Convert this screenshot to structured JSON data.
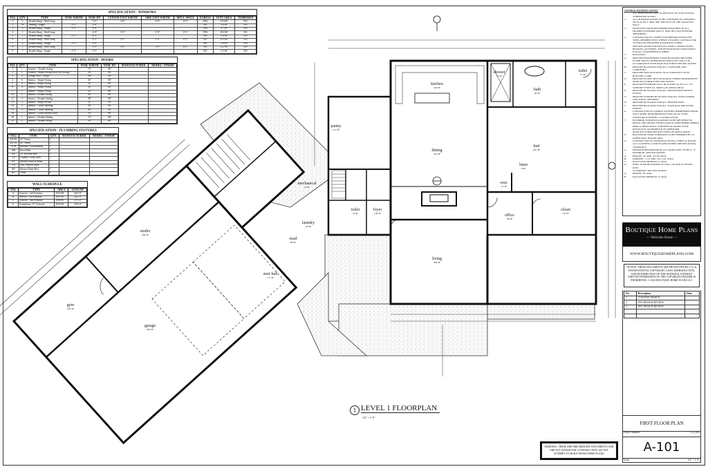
{
  "windows": {
    "title": "SPECIFICATION - WINDOWS",
    "headers": [
      "TAG",
      "QTY.",
      "TYPE",
      "NOM. WIDTH",
      "NOM. HT.",
      "CENTER UNIT WIDTH",
      "SIDE UNIT WIDTH",
      "MULL SPACE",
      "EGRESS",
      "VENT AREA",
      "TEMPERED"
    ],
    "rows": [
      [
        "1",
        "1",
        "Double Hung - Mull Gang",
        "",
        "5'-5\"",
        "3'-0\"",
        "3'-0\"",
        "0'-2\"",
        "YES",
        "23.9 SF",
        "NO"
      ],
      [
        "2",
        "18",
        "Awning - Single",
        "2'-5\"",
        "2'-0\"",
        "",
        "",
        "",
        "NO",
        "3.8 SF",
        "NO"
      ],
      [
        "3",
        "9",
        "Double Hung - Single",
        "2'-5\"",
        "4'-9\"",
        "",
        "",
        "",
        "YES",
        "4.7 SF",
        "NO"
      ],
      [
        "4",
        "1",
        "Double Hung - Mull Gang",
        "",
        "4'-5\"",
        "3'-0\"",
        "3'-0\"",
        "0'-2\"",
        "YES",
        "20.8 SF",
        "NO"
      ],
      [
        "5",
        "1",
        "Double Hung - Single",
        "2'-5\"",
        "4'-5\"",
        "",
        "",
        "",
        "NO",
        "3.6 SF",
        "NO"
      ],
      [
        "6",
        "1",
        "Double Hung - Mull Gang",
        "",
        "4'-5\"",
        "3'-0\"",
        "3'-0\"",
        "0'-2\"",
        "NO",
        "33.8 SF",
        "NO"
      ],
      [
        "7",
        "4",
        "Double Hung - Single",
        "2'-5\"",
        "4'-5\"",
        "",
        "",
        "",
        "NO",
        "3.6 SF",
        "NO"
      ],
      [
        "8",
        "1",
        "Double Hung - Mull Gang",
        "",
        "5'-5\"",
        "3'-0\"",
        "3'-0\"",
        "0'-2\"",
        "NO",
        "12.2 SF",
        "NO"
      ],
      [
        "9",
        "7",
        "Double Hung - Single",
        "2'-5\"",
        "5'-5\"",
        "",
        "",
        "",
        "NO",
        "3.5 SF",
        "NO"
      ]
    ]
  },
  "doors": {
    "title": "SPECIFICATION - DOORS",
    "headers": [
      "TAG",
      "QTY.",
      "TYPE",
      "NOM. WIDTH",
      "NOM. HT.",
      "MANUFACTURER",
      "MODEL / FINISH"
    ],
    "rows": [
      [
        "1",
        "1",
        "Exterior - Double Swing",
        "72\"",
        "80\"",
        "",
        ""
      ],
      [
        "2",
        "1",
        "Exterior - Single Swing Door (No Swing)",
        "36\"",
        "96\"",
        "",
        ""
      ],
      [
        "3",
        "2",
        "Garage Door - Single",
        "108\"",
        "96\"",
        "",
        ""
      ],
      [
        "4",
        "6",
        "Interior - Single Swing",
        "36\"",
        "80\"",
        "",
        ""
      ],
      [
        "5",
        "8",
        "Interior - Single Swing",
        "32\"",
        "80\"",
        "",
        ""
      ],
      [
        "6",
        "4",
        "Interior - Single Swing",
        "30\"",
        "80\"",
        "",
        ""
      ],
      [
        "7",
        "1",
        "Interior - Single Swing",
        "24\"",
        "80\"",
        "",
        ""
      ],
      [
        "10",
        "2",
        "Interior - Double Swing",
        "60\"",
        "80\"",
        "",
        ""
      ],
      [
        "11",
        "4",
        "Interior - Double Sliding",
        "48\"",
        "80\"",
        "",
        ""
      ],
      [
        "12",
        "2",
        "Interior - Single Pocket",
        "32\"",
        "80\"",
        "",
        ""
      ],
      [
        "14",
        "2",
        "Interior - Cased Opening",
        "36\"",
        "80\"",
        "",
        ""
      ],
      [
        "15",
        "3",
        "Interior - Cased Opening",
        "60\"",
        "80\"",
        "",
        ""
      ],
      [
        "16",
        "1",
        "Interior - Cased Shower Door",
        "30\"",
        "80\"",
        "",
        ""
      ],
      [
        "20",
        "1",
        "Interior - Double Sliding",
        "72\"",
        "80\"",
        "",
        ""
      ],
      [
        "21",
        "2",
        "Interior - Double Swing",
        "24\"",
        "80\"",
        "",
        ""
      ]
    ]
  },
  "plumbing": {
    "title": "SPECIFICATION - PLUMBING FIXTURES",
    "headers": [
      "TAG:",
      "TYPE:",
      "QTY:",
      "MANUFACTURER",
      "MODEL / FINISH"
    ],
    "rows": [
      [
        "24LAV",
        "24\" Vanity",
        "1",
        "",
        ""
      ],
      [
        "42LAV",
        "42\" Vanity",
        "2",
        "",
        ""
      ],
      [
        "TUB",
        "Bathtub - Freestanding",
        "1",
        "",
        ""
      ],
      [
        "HB",
        "Hose Bibb",
        "2",
        "",
        ""
      ],
      [
        "KS",
        "24\" Kitchen Sink",
        "1",
        "",
        ""
      ],
      [
        "LS",
        "Laundry Utility Sink",
        "1",
        "",
        ""
      ],
      [
        "SV",
        "Shower Valve & Head",
        "1",
        "",
        ""
      ],
      [
        "T/S",
        "Tub / Shower Base",
        "1",
        "",
        ""
      ],
      [
        "SD",
        "Shower Drain Box",
        "1",
        "",
        ""
      ],
      [
        "WC",
        "Toilet",
        "4",
        "",
        ""
      ]
    ]
  },
  "walls": {
    "title": "WALL SCHEDULE",
    "headers": [
      "TAG",
      "TYPE",
      "AREA",
      "LENGTH"
    ],
    "rows": [
      [
        "A",
        "Exterior - 2x6 Partition",
        "3522 SF",
        "442 LF"
      ],
      [
        "B",
        "Interior - 2x4 Partition",
        "2003 SF",
        "222 LF"
      ],
      [
        "C",
        "Exterior - 2x6 Partition",
        "5066 SF",
        "473 LF"
      ],
      [
        "F",
        "Foundation - 8\" Concrete",
        "4555 SF",
        "433 LF"
      ]
    ]
  },
  "rooms": {
    "shower": {
      "name": "shower",
      "area": "31 SF"
    },
    "toilet_master": {
      "name": "toilet",
      "area": "31 SF"
    },
    "kitchen": {
      "name": "kitchen",
      "area": "146 SF"
    },
    "bath": {
      "name": "bath",
      "area": "90 SF"
    },
    "pantry": {
      "name": "pantry",
      "area": "115 SF"
    },
    "dining": {
      "name": "dining",
      "area": "314 SF"
    },
    "bed": {
      "name": "bed",
      "area": "267 SF"
    },
    "linen": {
      "name": "linen",
      "area": "8 SF"
    },
    "mechanical": {
      "name": "mechanical",
      "area": "43 SF"
    },
    "vest": {
      "name": "vest.",
      "area": "21 SF"
    },
    "toilet": {
      "name": "toilet",
      "area": "43 SF"
    },
    "foyer": {
      "name": "foyer",
      "area": "130 SF"
    },
    "office": {
      "name": "office",
      "area": "96 SF"
    },
    "closet": {
      "name": "closet",
      "area": "116 SF"
    },
    "laundry": {
      "name": "laundry",
      "area": "42 SF"
    },
    "mud": {
      "name": "mud",
      "area": "88 SF"
    },
    "living": {
      "name": "living",
      "area": "396 SF"
    },
    "studio": {
      "name": "studio",
      "area": "284 SF"
    },
    "stair_hall": {
      "name": "stair hall",
      "area": "171 SF"
    },
    "gym": {
      "name": "gym",
      "area": "226 SF"
    },
    "garage": {
      "name": "garage",
      "area": "548 SF"
    }
  },
  "plan": {
    "title": "LEVEL 1 FLOORPLAN",
    "number": "1",
    "scale": "1/4\" = 1'-0\""
  },
  "general_notes": {
    "heading": "GENERAL FRAMING NOTES:",
    "items": [
      [
        "1.",
        "ALL DIMENSIONS ARE TO THE FACE OF STUD UNLESS OTHERWISE NOTED."
      ],
      [
        "2.",
        "ALL INTERIOR DOORS TO BE CENTERED ON OPENINGS OR PLACED 4\" MIN. OFF THE FACE OF THE ADJACENT WALL."
      ],
      [
        "3.",
        "MOISTURE VAPOR RETARDERS REQUIRED IN ALL FRAMED EXTERIOR WALLS, (PER IRC) ON EXTERIOR SHEATHING."
      ],
      [
        "4.",
        "CONTRACTOR TO VERIFY ENGINEERED WOOD AND STEEL MEMBER SIZES WHERE UTILIZED. CONTRACTOR TO FOLLOW ENGINEER & MANUFACTURER SPECIFICATIONS FOR INSTALLATION, CONNECTIONS, BEARING, PATTERNS, AND PENETRATION LIMITATIONS FOR ALL ENGINEERED LUMBER."
      ],
      [
        "5.",
        "BLOCKING:"
      ],
      [
        "A.",
        "PROVIDE ENGINEERED WOOD BLOCKING BETWEEN FLOOR JOISTS UNDERNEATH PARALLEL WALLS IN ACCORDANCE WITH MANUFACTURER SPECIFICATIONS."
      ],
      [
        "B.",
        "PROVIDE BLOCKING FOR ALL CASEWORK AND CABINETRY."
      ],
      [
        "C.",
        "PROVIDE FIRE BLOCKING IN ACCORDANCE WITH BUILDING CODE."
      ],
      [
        "D.",
        "PROVIDE FLOOR JOIST BLOCKING WHERE REQUIRED BY MANUFACTURER'S SPECIFICATIONS."
      ],
      [
        "E.",
        "PROVIDE EXTERIOR WALL BLOCKING @ 2FT O.C. TO SUPPORT VERTICAL SIDING (IF APPLICABLE)."
      ],
      [
        "F.",
        "PROVIDE BLOCKING FOR ALL SHOWER ROD MOUNT POINTS."
      ],
      [
        "G.",
        "PROVIDE SUPPORT BLOCKING FOR ALL TOILET PAPER AND TOWEL HOLDERS."
      ],
      [
        "H.",
        "PROVIDE BLOCKING FOR ALL SHOWER FANS."
      ],
      [
        "I.",
        "PROVIDE BLOCKING FOR ALL STAIR RAIL MOUNTING POINTS."
      ],
      [
        "6.",
        "CONTRACTOR TO COMPLY WITH RECOMMENDED SHEAR WALL PANEL REQUIREMENTS FOR LOCAL WIND EXPOSURE & SEISMIC CLASSIFICATION."
      ],
      [
        "7.",
        "EXTERIOR WINDOWS & DOORS TO BE SPECIFIED TO RESIST THE DESIGN WIND LOADS & WIND BORNE DEBRIS IMPACT RESISTANCE. WINDOWS & DOORS TO BE INSTALLED, ANCHORED & FLASHED PER MANUFACTURER INSTRUCTIONS (IF APPLICABLE)."
      ],
      [
        "8.",
        "BOTTOM OF STAIR STRINGERS TO BE SHIMMED IN 1/2\" UPPER WALL BOARD, MIN."
      ],
      [
        "9.",
        "CONTRACTOR TO FURNISH & INSTALL SHELF & ROD IN ALL CLOTHING CLOSETS (PER OWNER SPECIFICATION)."
      ],
      [
        "",
        "STAIRWAYS:"
      ],
      [
        "A.",
        "MINIMUM HEADROOM IN ALL STAIRCASES TO BE 6' - 8\""
      ],
      [
        "",
        "HANDRAIL SPECIFICATIONS:"
      ],
      [
        "A.",
        "HEIGHT: 34\" MIN. TO 38\" MAX."
      ],
      [
        "B.",
        "GRIPSIZE: 1-1/4\" MIN. TO 2-5/8\" MAX."
      ],
      [
        "C.",
        "BALUSTER OPENINGS 4\" MAX."
      ],
      [
        "D.",
        "ENDS TO BE RETURNED TO WALL OR END AT NEWEL POST."
      ],
      [
        "",
        "GUARDRAIL SPECIFICATIONS:"
      ],
      [
        "A.",
        "HEIGHT: 36\" MIN."
      ],
      [
        "B.",
        "BALUSTER OPENINGS 4\" MAX."
      ]
    ]
  },
  "title_block": {
    "brand": "Boutique Home Plans",
    "tagline": "— Welcome Home —",
    "url": "WWW.BOUTIQUEHOMEPLANS.COM",
    "notice": "NOTICE: THESE DOCUMENTS ARE PROTECTED BY U.S. & INTERNATIONAL COPYRIGHT LAWS. REPRODUCTION, AND DISTRIBUTION OF THIS MATERIAL WITHOUT WRITTEN PERMISSION OF THE COPYRIGHT HOLDER IS PROHIBITED. © 2023 BOUTIQUE HOME PLANS LLC",
    "revision_headers": [
      "No.",
      "Description",
      "Date"
    ],
    "revisions": [
      [
        "1",
        "CONCEPT DESIGN",
        ""
      ],
      [
        "2",
        "50% DESIGN REVIEW",
        ""
      ],
      [
        "3",
        "90% DESIGN REVIEW",
        ""
      ],
      [
        "",
        "",
        ""
      ],
      [
        "",
        "",
        ""
      ]
    ],
    "sheet_name": "FIRST FLOOR PLAN",
    "project_label": "Project number",
    "project_number": "C23_002",
    "sheet_number": "A-101",
    "scale_label": "Scale",
    "scale": "1/4\" = 1'-0\""
  },
  "warning": "WARNING: THESE ARE PRELIMINARY DOCUMENTS AND ARE NOT ISSUED FOR CONSTRUCTION. DO NOT ATTEMPT TO BUILD FROM THESE PLANS.",
  "colors": {
    "ink": "#111111",
    "hatch": "#bdbdbd",
    "brand_bg": "#0d0d0d"
  }
}
